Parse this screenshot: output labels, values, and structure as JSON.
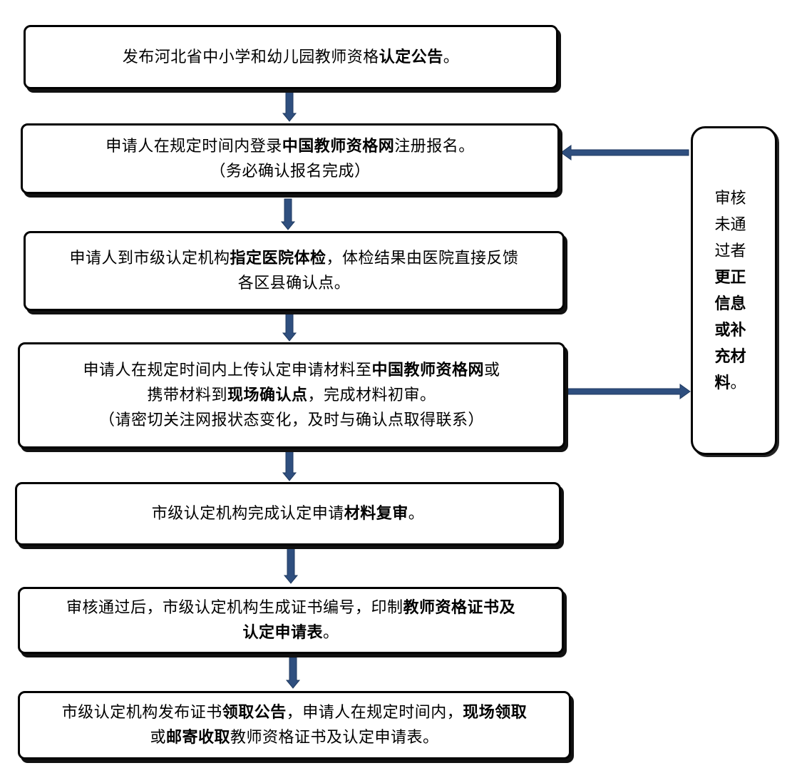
{
  "steps": [
    {
      "lines": [
        [
          {
            "t": "发布河北省中小学和幼儿园教师资格",
            "b": false
          },
          {
            "t": "认定公告",
            "b": true
          },
          {
            "t": "。",
            "b": false
          }
        ]
      ]
    },
    {
      "lines": [
        [
          {
            "t": "申请人在规定时间内登录",
            "b": false
          },
          {
            "t": "中国教师资格网",
            "b": true
          },
          {
            "t": "注册报名。",
            "b": false
          }
        ],
        [
          {
            "t": "（务必确认报名完成）",
            "b": false
          }
        ]
      ]
    },
    {
      "lines": [
        [
          {
            "t": "申请人到市级认定机构",
            "b": false
          },
          {
            "t": "指定医院体检",
            "b": true
          },
          {
            "t": "，体检结果由医院直接反馈",
            "b": false
          }
        ],
        [
          {
            "t": "各区县确认点。",
            "b": false
          }
        ]
      ]
    },
    {
      "lines": [
        [
          {
            "t": "申请人在规定时间内上传认定申请材料至",
            "b": false
          },
          {
            "t": "中国教师资格网",
            "b": true
          },
          {
            "t": "或",
            "b": false
          }
        ],
        [
          {
            "t": "携带材料到",
            "b": false
          },
          {
            "t": "现场确认点",
            "b": true
          },
          {
            "t": "，完成材料初审。",
            "b": false
          }
        ],
        [
          {
            "t": "（请密切关注网报状态变化，及时与确认点取得联系）",
            "b": false
          }
        ]
      ]
    },
    {
      "lines": [
        [
          {
            "t": "市级认定机构完成认定申请",
            "b": false
          },
          {
            "t": "材料复审",
            "b": true
          },
          {
            "t": "。",
            "b": false
          }
        ]
      ]
    },
    {
      "lines": [
        [
          {
            "t": "审核通过后，市级认定机构生成证书编号，印制",
            "b": false
          },
          {
            "t": "教师资格证书及",
            "b": true
          }
        ],
        [
          {
            "t": "认定申请表",
            "b": true
          },
          {
            "t": "。",
            "b": false
          }
        ]
      ]
    },
    {
      "lines": [
        [
          {
            "t": "市级认定机构发布证书",
            "b": false
          },
          {
            "t": "领取公告",
            "b": true
          },
          {
            "t": "，申请人在规定时间内，",
            "b": false
          },
          {
            "t": "现场领取",
            "b": true
          }
        ],
        [
          {
            "t": "或",
            "b": false
          },
          {
            "t": "邮寄收取",
            "b": true
          },
          {
            "t": "教师资格证书及认定申请表。",
            "b": false
          }
        ]
      ]
    }
  ],
  "side_box": {
    "lines": [
      {
        "t": "审核",
        "b": false
      },
      {
        "t": "未通",
        "b": false
      },
      {
        "t": "过者",
        "b": false
      },
      {
        "t": "更正",
        "b": true
      },
      {
        "t": "信息",
        "b": true
      },
      {
        "t": "或补",
        "b": true
      },
      {
        "t": "充材",
        "b": true
      },
      {
        "t": "料",
        "b": true,
        "tail": "。"
      }
    ]
  },
  "colors": {
    "arrow": "#2F4F7F",
    "arrow_edge": "#1F3A60",
    "border": "#000000"
  }
}
